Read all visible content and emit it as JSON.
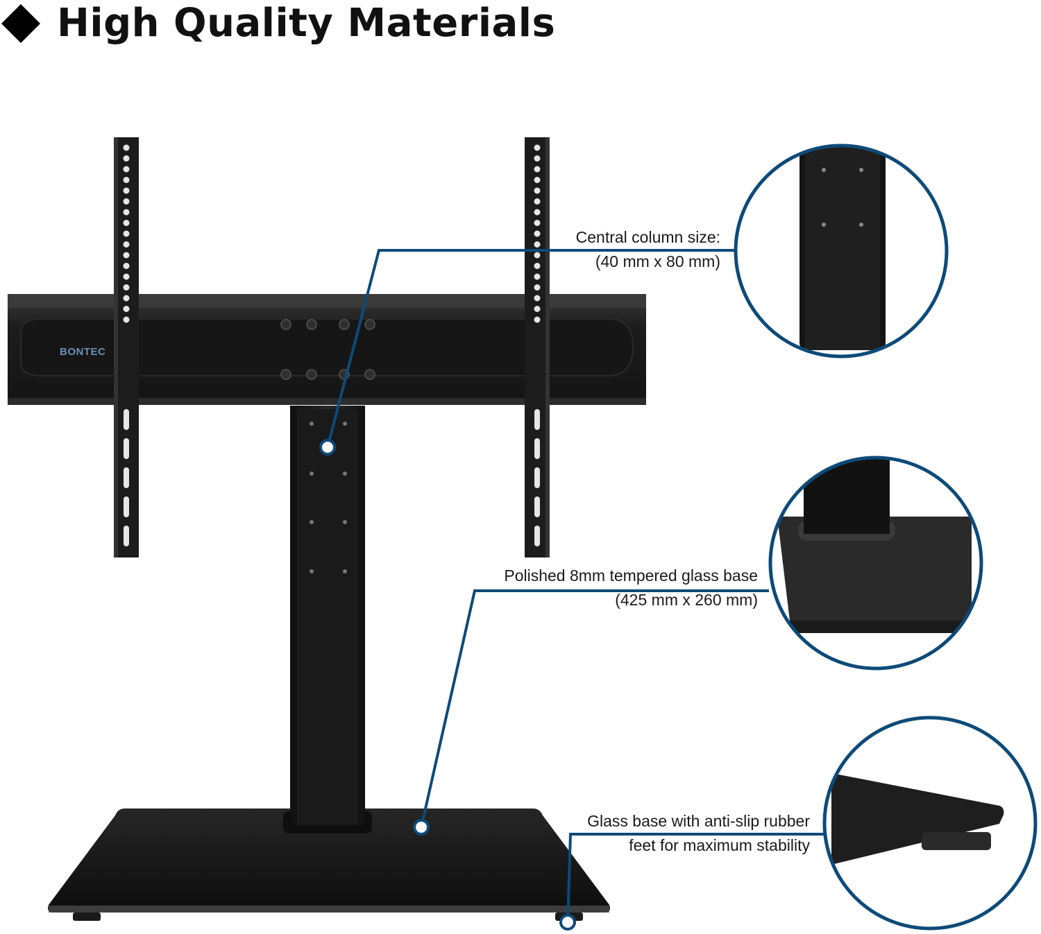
{
  "header": {
    "title": "High Quality Materials"
  },
  "product": {
    "brand_logo_text": "BONTEC"
  },
  "callouts": [
    {
      "line1": "Central column size:",
      "line2": "(40 mm x 80 mm)"
    },
    {
      "line1": "Polished 8mm tempered glass base",
      "line2": "(425 mm x 260 mm)"
    },
    {
      "line1": "Glass base with anti-slip rubber",
      "line2": "feet for maximum stability"
    }
  ],
  "colors": {
    "accent": "#0d4a78",
    "product": "#1a1a1a",
    "text": "#1a1a1a"
  }
}
